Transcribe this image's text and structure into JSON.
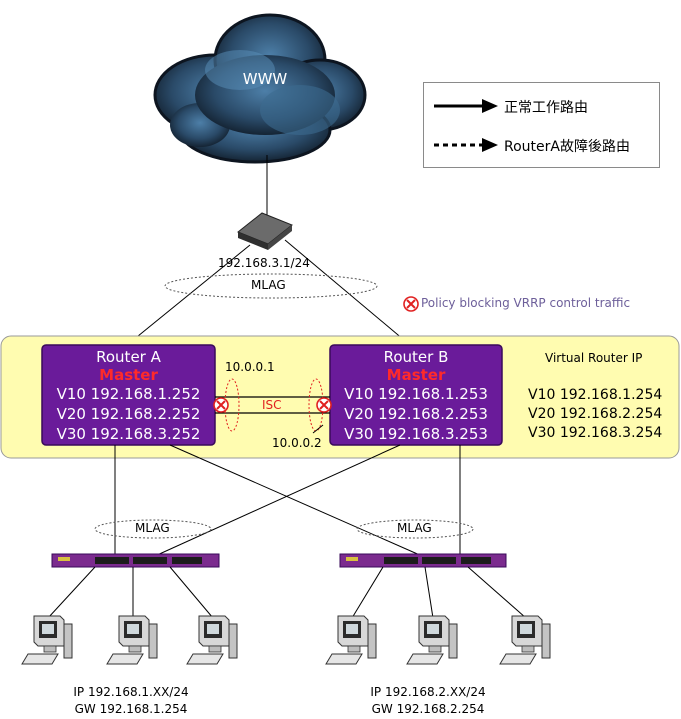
{
  "cloud": {
    "label": "WWW"
  },
  "legend": {
    "normal_route": "正常工作路由",
    "failover_route": "RouterA故障後路由"
  },
  "top_router": {
    "ip": "192.168.3.1/24"
  },
  "mlag_top": "MLAG",
  "policy_note": "Policy blocking VRRP control traffic",
  "router_a": {
    "name": "Router A",
    "role": "Master",
    "lines": [
      "V10 192.168.1.252",
      "V20 192.168.2.252",
      "V30 192.168.3.252"
    ]
  },
  "router_b": {
    "name": "Router B",
    "role": "Master",
    "lines": [
      "V10 192.168.1.253",
      "V20 192.168.2.253",
      "V30 192.168.3.253"
    ]
  },
  "isc": {
    "label": "ISC",
    "ip_a": "10.0.0.1",
    "ip_b": "10.0.0.2"
  },
  "virtual_router": {
    "title": "Virtual Router IP",
    "lines": [
      "V10 192.168.1.254",
      "V20 192.168.2.254",
      "V30 192.168.3.254"
    ]
  },
  "switch_left": {
    "mlag": "MLAG",
    "ip": "IP 192.168.1.XX/24",
    "gw": "GW 192.168.1.254"
  },
  "switch_right": {
    "mlag": "MLAG",
    "ip": "IP 192.168.2.XX/24",
    "gw": "GW 192.168.2.254"
  },
  "colors": {
    "router_fill": "#6a1b9a",
    "router_border": "#3a0a5a",
    "panel_fill": "#fffcb0",
    "panel_border": "#9a9a9a",
    "cloud_fill": "#2a3f55",
    "blocked": "#e02020",
    "policy_text": "#6d5f9a"
  }
}
